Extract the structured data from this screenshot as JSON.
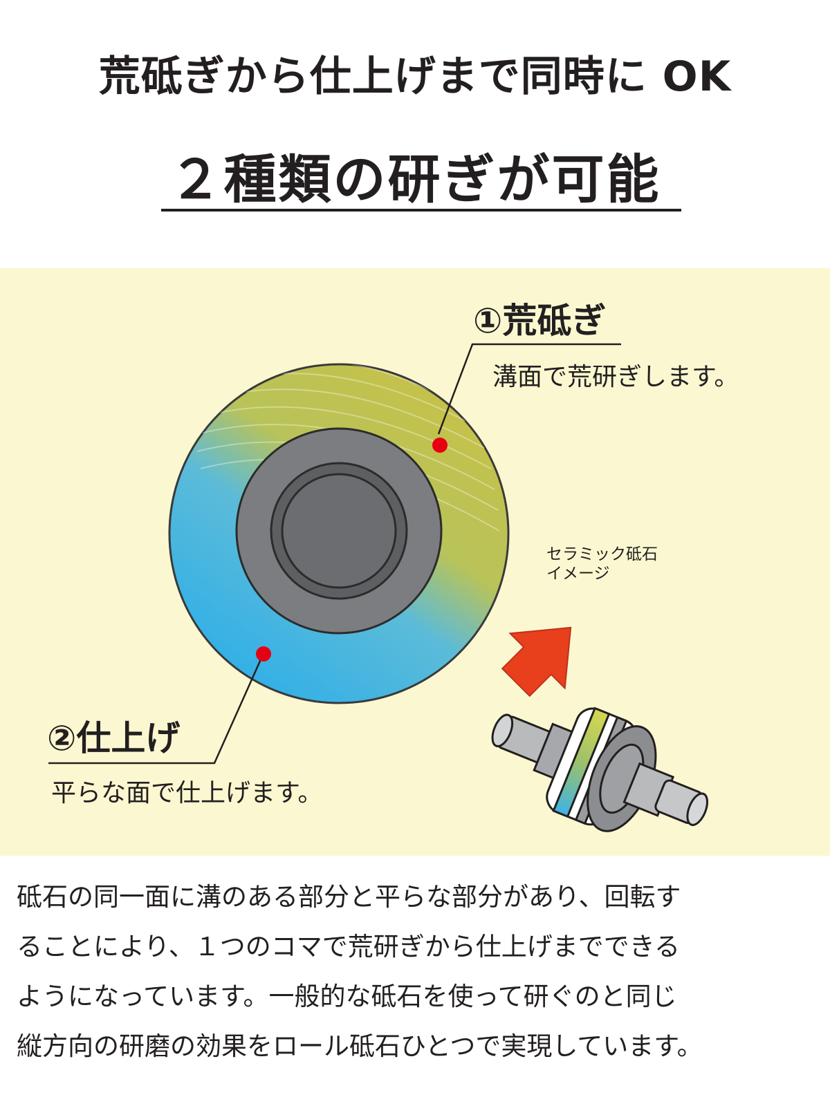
{
  "header": {
    "headline": "荒砥ぎから仕上げまで同時に OK",
    "subhead": "２種類の研ぎが可能"
  },
  "diagram": {
    "rough": {
      "title": "①荒砥ぎ",
      "description": "溝面で荒研ぎします。"
    },
    "finish": {
      "title": "②仕上げ",
      "description": "平らな面で仕上げます。"
    },
    "stone_caption": [
      "セラミック砥石",
      "イメージ"
    ],
    "colors": {
      "panel_background": "#fbf8d1",
      "rough_zone": "#c9c547",
      "finish_zone": "#3fb3e6",
      "marker": "#e60012",
      "arrow": "#e8401c"
    }
  },
  "body": {
    "lines": [
      "砥石の同一面に溝のある部分と平らな部分があり、回転す",
      "ることにより、１つのコマで荒研ぎから仕上げまでできる",
      "ようになっています。一般的な砥石を使って研ぐのと同じ",
      "縦方向の研磨の効果をロール砥石ひとつで実現しています。"
    ]
  }
}
